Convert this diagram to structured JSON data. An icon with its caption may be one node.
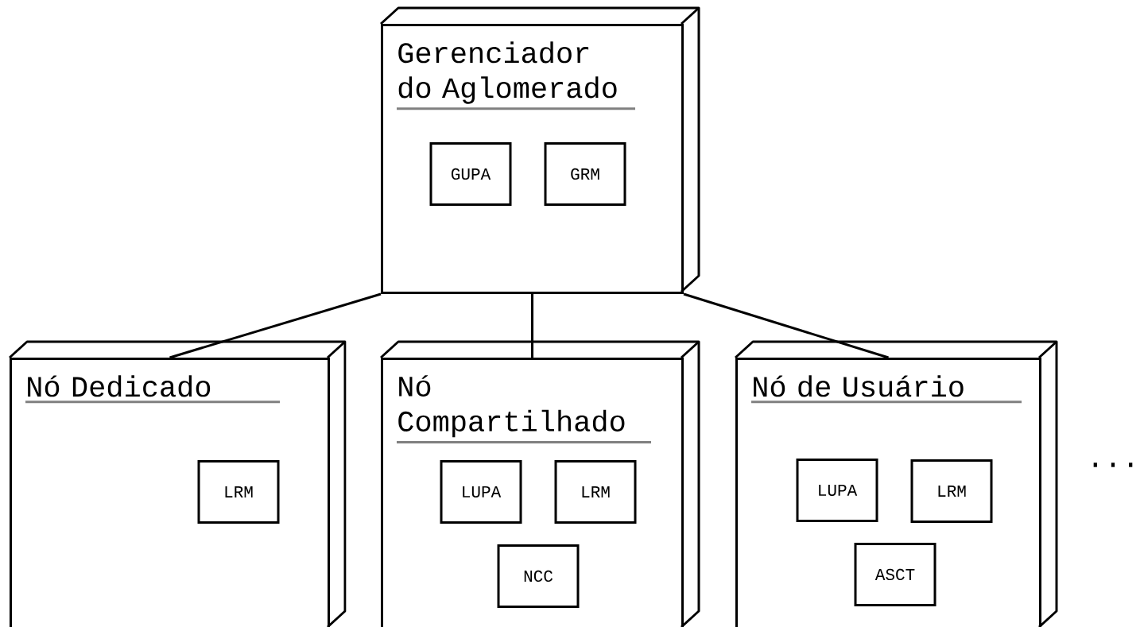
{
  "diagram": {
    "nodes": [
      {
        "text": [
          "Gerenciador do Aglomerado"
        ]
      },
      {
        "text": [
          "GUPA"
        ],
        "in": 0
      },
      {
        "text": [
          "GRM"
        ],
        "in": 0
      },
      {
        "text": [
          "Nó Dedicado"
        ]
      },
      {
        "text": [
          "LRM"
        ],
        "in": 3
      },
      {
        "text": [
          "Nó Compartilhado"
        ]
      },
      {
        "text": [
          "LUPA"
        ],
        "in": 5
      },
      {
        "text": [
          "LRM"
        ],
        "in": 5
      },
      {
        "text": [
          "NCC"
        ],
        "in": 5
      },
      {
        "text": [
          "Nó de Usuário"
        ]
      },
      {
        "text": [
          "LUPA"
        ],
        "in": 9
      },
      {
        "text": [
          "LRM"
        ],
        "in": 9
      },
      {
        "text": [
          "ASCT"
        ],
        "in": 9
      }
    ],
    "edges": [
      {
        "from": 0,
        "to": 3,
        "arrow": "none"
      },
      {
        "from": 0,
        "to": 5,
        "arrow": "none"
      },
      {
        "from": 0,
        "to": 9,
        "arrow": "none"
      }
    ],
    "labels": [
      "..."
    ]
  }
}
